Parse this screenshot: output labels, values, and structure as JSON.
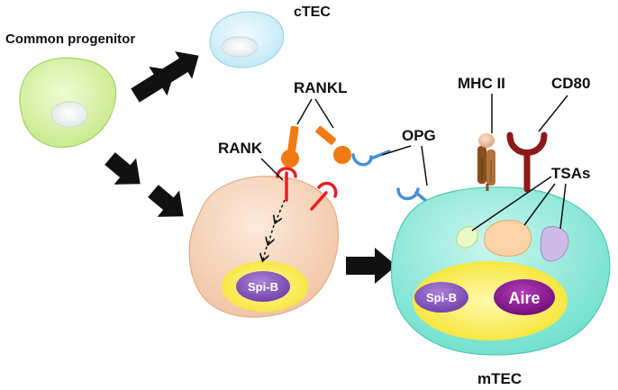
{
  "labels": {
    "common_progenitor": "Common progenitor",
    "ctec": "cTEC",
    "rankl": "RANKL",
    "rank": "RANK",
    "opg": "OPG",
    "mhc2": "MHC II",
    "cd80": "CD80",
    "tsas": "TSAs",
    "spib_left": "Spi-B",
    "spib_right": "Spi-B",
    "aire": "Aire",
    "mtec": "mTEC"
  },
  "colors": {
    "progenitor_cell": "#d6f2a4",
    "ctec_cell": "#d3f1f9",
    "intermediate_cell": "#f6d5bc",
    "mtec_cell": "#8fe8d8",
    "rankl": "#f07a12",
    "rank": "#ec1c1c",
    "opg": "#4a8fd2",
    "spib": "#8b56c2",
    "aire": "#8a1692",
    "nucleus_yellow": "#fbed3a",
    "mhc2": "#a0622a",
    "cd80": "#8c1a1a",
    "arrow": "#111111"
  }
}
